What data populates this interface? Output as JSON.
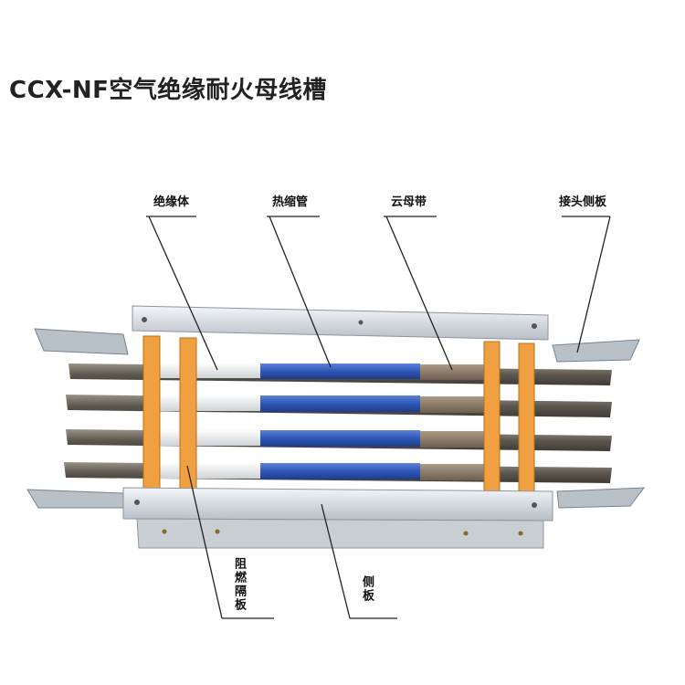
{
  "title": "CCX-NF空气绝缘耐火母线槽",
  "labels": {
    "insulator": "绝缘体",
    "heat_shrink_tube": "热缩管",
    "mica_tape": "云母带",
    "joint_side_plate": "接头侧板",
    "fire_retardant_barrier": "阻燃隔板",
    "side_plate": "侧板"
  },
  "colors": {
    "insulator": "#ffffff",
    "heat_shrink_tube": "#2f56b8",
    "mica_tape": "#8a7a66",
    "barrier": "#f0a040",
    "side_plate": "#d8dde2",
    "conductor": "#6d6860"
  }
}
